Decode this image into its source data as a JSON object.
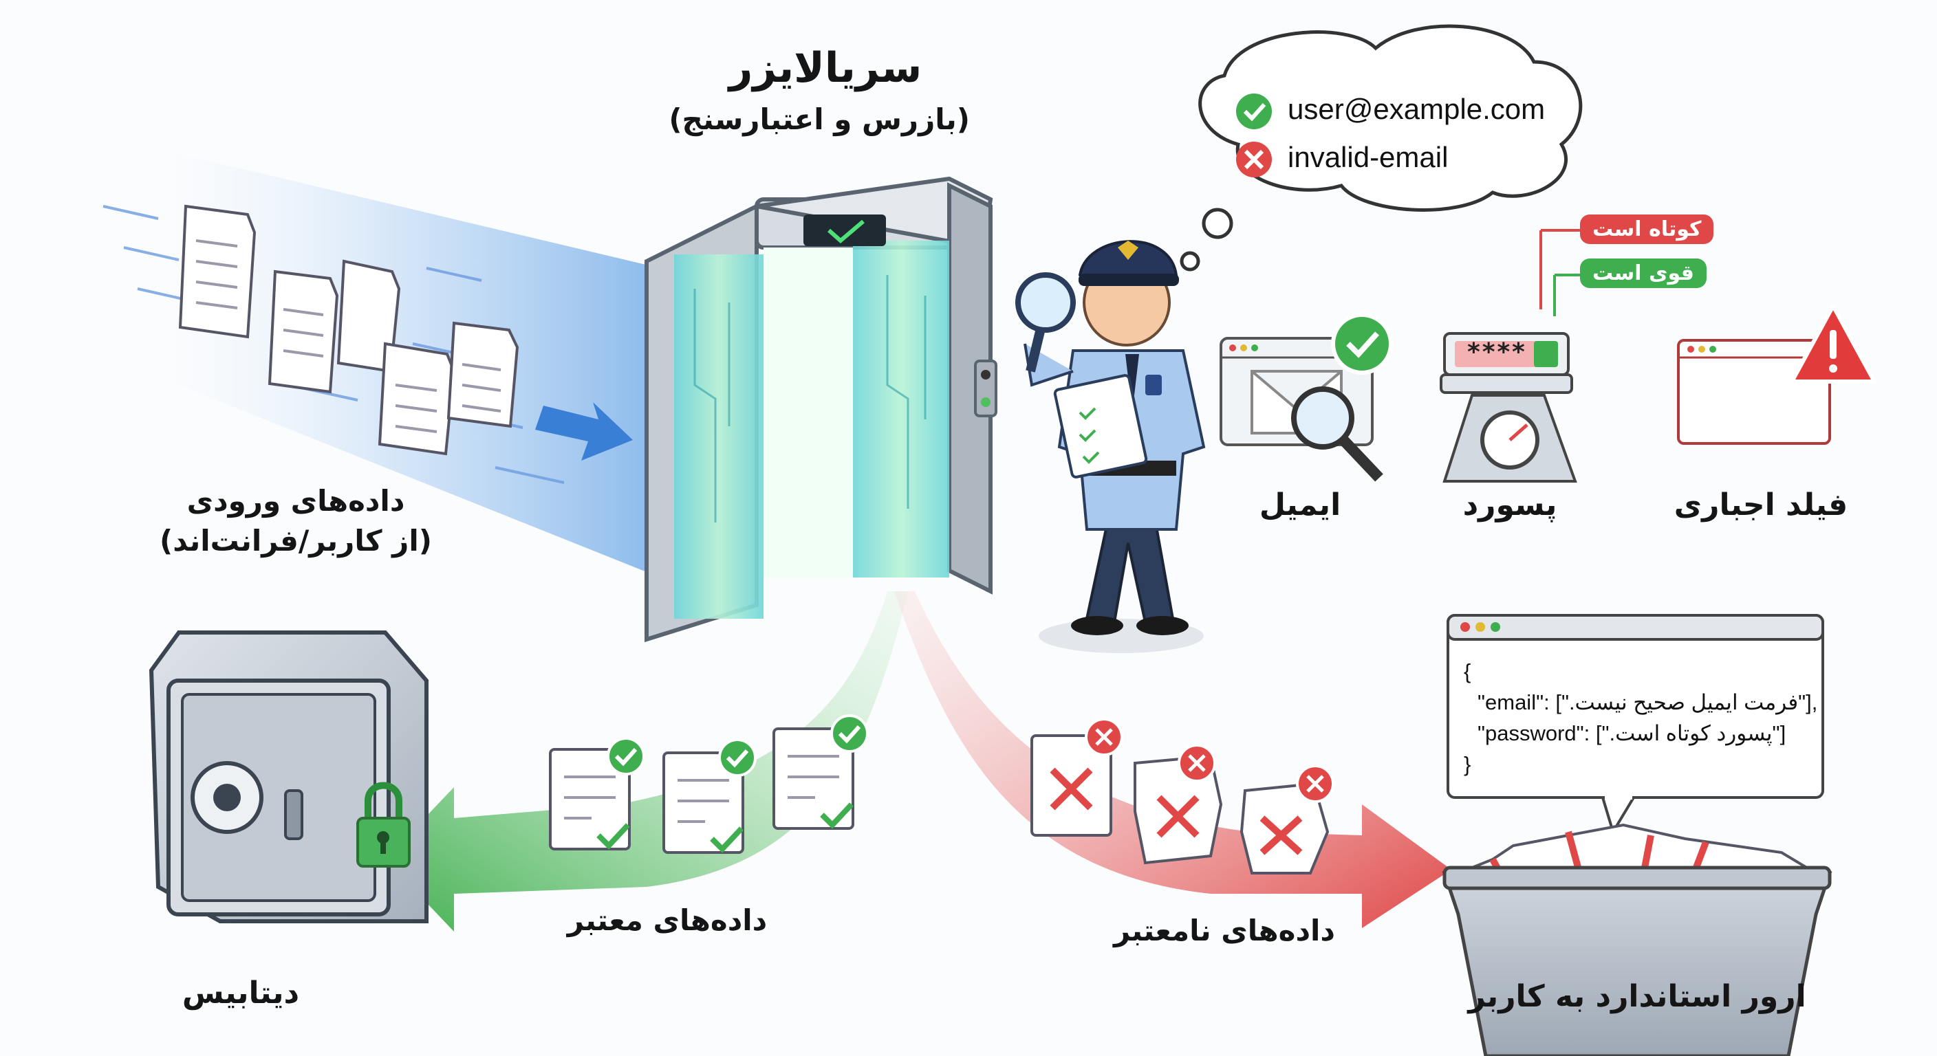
{
  "title": {
    "main": "سریالایزر",
    "sub": "(بازرس و اعتبارسنج)"
  },
  "input": {
    "line1": "داده‌های ورودی",
    "line2": "(از کاربر/فرانت‌اند)"
  },
  "bubble": {
    "valid_email": "user@example.com",
    "invalid_email": "invalid-email"
  },
  "checks": {
    "email": "ایمیل",
    "password": "پسورد",
    "required_field": "فیلد اجباری",
    "password_mask": "****",
    "tag_short": "کوتاه است",
    "tag_strong": "قوی است"
  },
  "outputs": {
    "valid_data": "داده‌های معتبر",
    "invalid_data": "داده‌های نامعتبر",
    "database": "دیتابیس",
    "error_to_user": "ارور استاندارد به کاربر"
  },
  "error_json": {
    "open": "{",
    "email_key": "\"email\": [",
    "email_msg": "\"فرمت ایمیل صحیح نیست.\"",
    "email_end": "],",
    "password_key": "\"password\": [",
    "password_msg": "\"پسورد کوتاه است.\"",
    "password_end": "]",
    "close": "}"
  },
  "colors": {
    "valid": "#3fae4f",
    "invalid": "#e04848",
    "flow": "#4a8fe0",
    "gate": "#9aa4b0"
  }
}
